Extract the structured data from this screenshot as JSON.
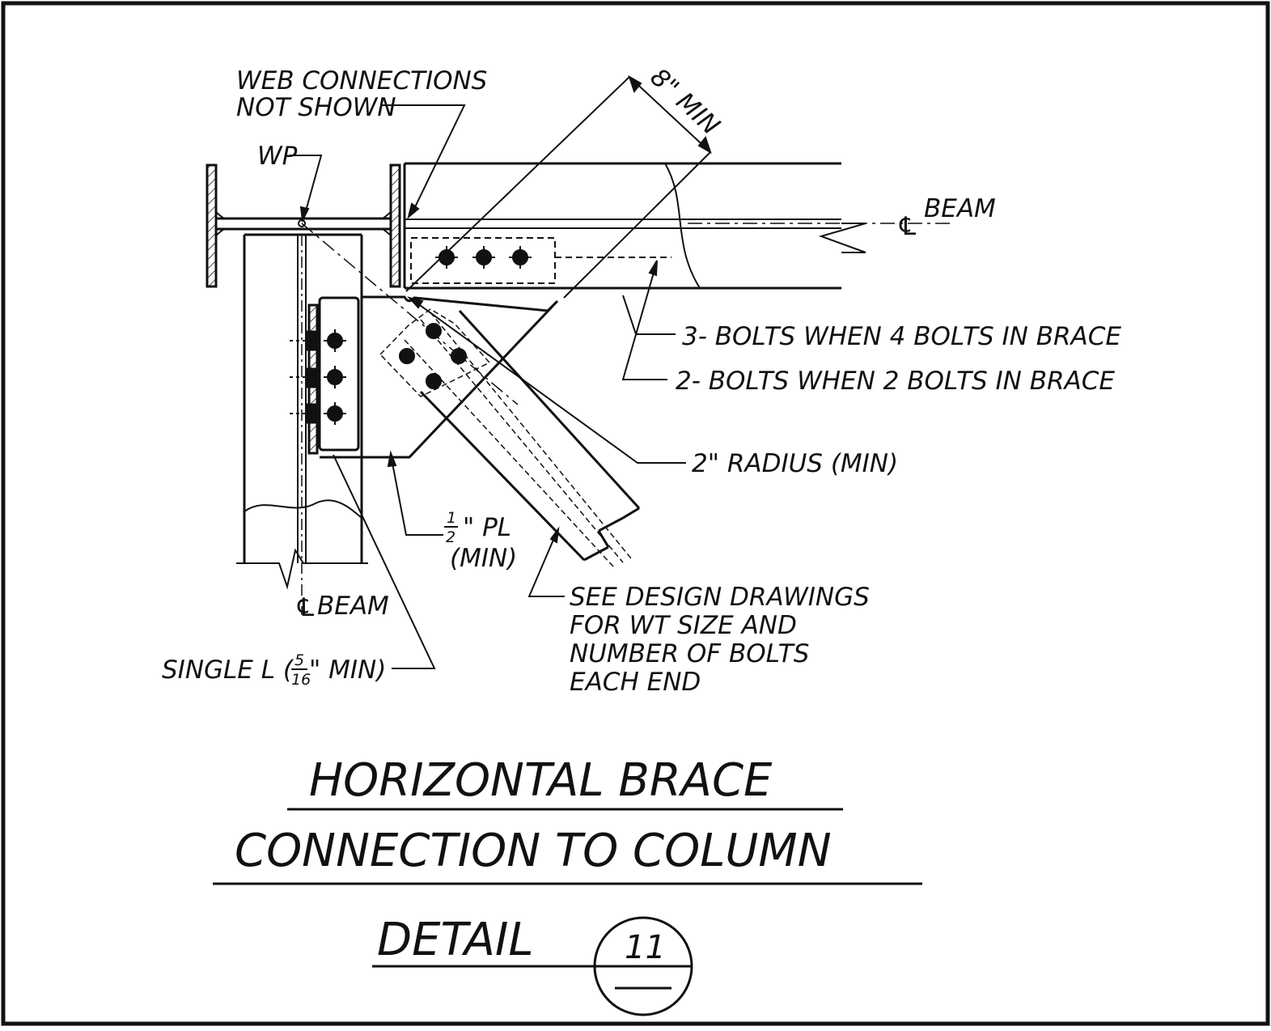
{
  "labels": {
    "web_conn_1": "WEB CONNECTIONS",
    "web_conn_2": "NOT SHOWN",
    "wp": "WP",
    "dim": "8\" MIN",
    "cl_beam_top": "BEAM",
    "bolts_4": "3- BOLTS WHEN 4  BOLTS IN BRACE",
    "bolts_2": "2- BOLTS WHEN 2 BOLTS IN BRACE",
    "radius": "2\" RADIUS  (MIN)",
    "pl_num": "1",
    "pl_den": "2",
    "pl_text": "\" PL",
    "pl_min": "(MIN)",
    "see_1": "SEE DESIGN DRAWINGS",
    "see_2": "FOR WT SIZE AND",
    "see_3": "NUMBER OF BOLTS",
    "see_4": "EACH END",
    "cl_beam_bottom": "BEAM",
    "single_l_a": "SINGLE L  (",
    "single_l_num": "5",
    "single_l_den": "16",
    "single_l_b": "\" MIN)",
    "cl_symbol": "℄"
  },
  "title": {
    "line1": "HORIZONTAL BRACE",
    "line2": "CONNECTION   TO COLUMN",
    "line3": "DETAIL",
    "detail_number": "11"
  }
}
